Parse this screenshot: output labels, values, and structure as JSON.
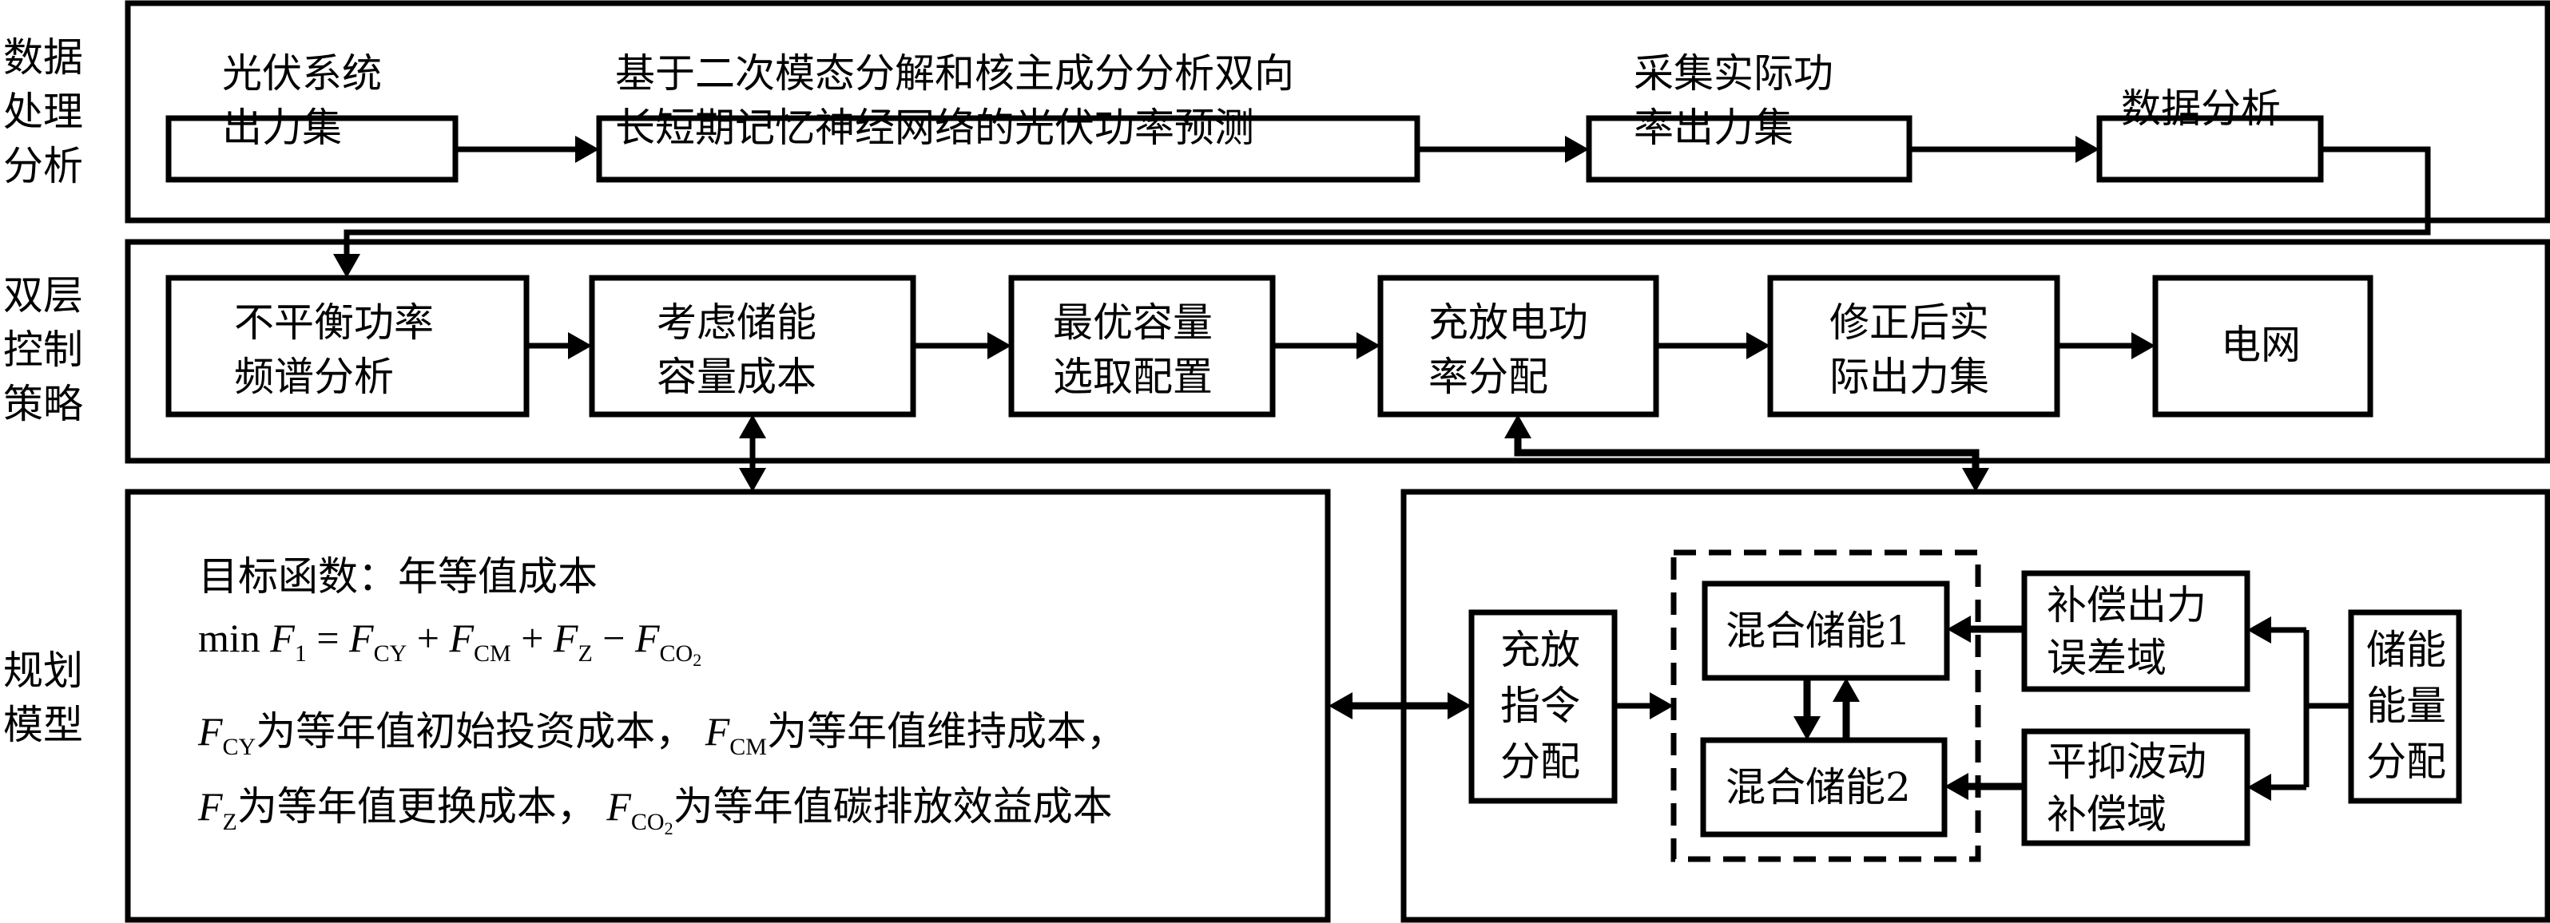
{
  "sections": {
    "data_processing": {
      "label": "数据处理分析"
    },
    "dual_control": {
      "label": "双层控制策略"
    },
    "planning": {
      "label": "规划模型"
    }
  },
  "data_processing": {
    "boxes": [
      {
        "id": "pv-output-set",
        "lines": [
          "光伏系统",
          "出力集"
        ]
      },
      {
        "id": "pv-forecast",
        "lines": [
          "基于二次模态分解和核主成分分析双向",
          "长短期记忆神经网络的光伏功率预测"
        ]
      },
      {
        "id": "actual-output-set",
        "lines": [
          "采集实际功",
          "率出力集"
        ]
      },
      {
        "id": "data-analysis",
        "lines": [
          "数据分析"
        ]
      }
    ]
  },
  "dual_control": {
    "boxes": [
      {
        "id": "spectrum-analysis",
        "lines": [
          "不平衡功率",
          "频谱分析"
        ]
      },
      {
        "id": "capacity-cost",
        "lines": [
          "考虑储能",
          "容量成本"
        ]
      },
      {
        "id": "optimal-capacity",
        "lines": [
          "最优容量",
          "选取配置"
        ]
      },
      {
        "id": "power-allocation",
        "lines": [
          "充放电功",
          "率分配"
        ]
      },
      {
        "id": "corrected-output",
        "lines": [
          "修正后实",
          "际出力集"
        ]
      },
      {
        "id": "grid",
        "lines": [
          "电网"
        ]
      }
    ]
  },
  "planning_model": {
    "objective_title": "目标函数：年等值成本",
    "formula": {
      "min": "min",
      "F": "F",
      "sub1": "1",
      "eq": "=",
      "plus": "+",
      "minus": "−",
      "sub_cy": "CY",
      "sub_cm": "CM",
      "sub_z": "Z",
      "sub_co": "CO",
      "sub_co_2": "2"
    },
    "desc_line1": {
      "a": "为等年值初始投资成本，",
      "b": "为等年值维持成本，"
    },
    "desc_line2": {
      "a": "为等年值更换成本，",
      "b": "为等年值碳排放效益成本"
    }
  },
  "storage_model": {
    "command_box": {
      "lines": [
        "充放",
        "指令",
        "分配"
      ]
    },
    "hybrid_1": "混合储能1",
    "hybrid_2": "混合储能2",
    "error_domain": {
      "lines": [
        "补偿出力",
        "误差域"
      ]
    },
    "fluctuation_domain": {
      "lines": [
        "平抑波动",
        "补偿域"
      ]
    },
    "energy_allocation": {
      "lines": [
        "储能",
        "能量",
        "分配"
      ]
    }
  }
}
